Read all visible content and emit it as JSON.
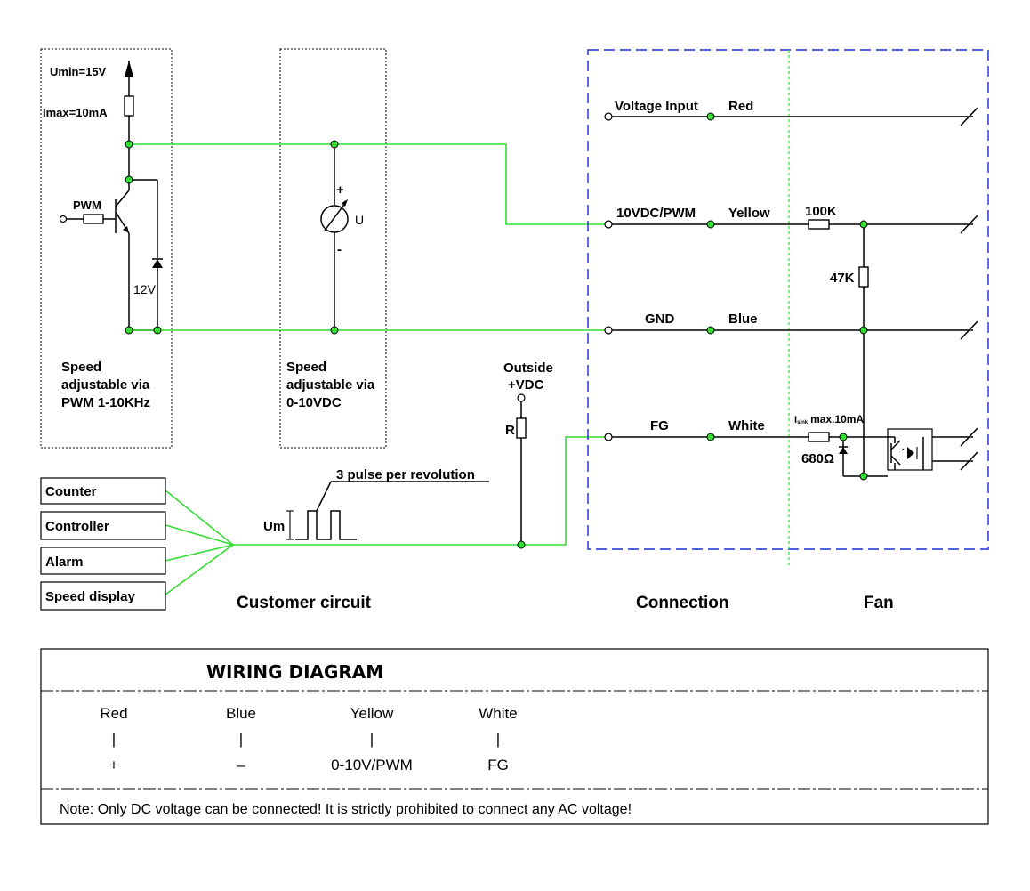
{
  "pwm_block": {
    "umin": "Umin=15V",
    "imax": "Imax=10mA",
    "pwm": "PWM",
    "zener": "12V",
    "desc": [
      "Speed",
      "adjustable via",
      "PWM 1-10KHz"
    ]
  },
  "volt_block": {
    "plus": "+",
    "u": "U",
    "minus": "-",
    "desc": [
      "Speed",
      "adjustable via",
      "0-10VDC"
    ]
  },
  "outside": {
    "line1": "Outside",
    "line2": "+VDC",
    "r": "R"
  },
  "pulse": {
    "text": "3 pulse per revolution",
    "um": "Um"
  },
  "devices": [
    "Counter",
    "Controller",
    "Alarm",
    "Speed display"
  ],
  "wires": [
    {
      "signal": "Voltage Input",
      "color": "Red"
    },
    {
      "signal": "10VDC/PWM",
      "color": "Yellow"
    },
    {
      "signal": "GND",
      "color": "Blue"
    },
    {
      "signal": "FG",
      "color": "White"
    }
  ],
  "fan": {
    "r100k": "100K",
    "r47k": "47K",
    "isink_sub": "I",
    "isink_sub2": "sink",
    "isink": "max.10mA",
    "r680": "680Ω"
  },
  "captions": {
    "customer": "Customer circuit",
    "connection": "Connection",
    "fan": "Fan"
  },
  "wiring_table": {
    "title": "WIRING DIAGRAM",
    "columns": [
      {
        "color": "Red",
        "bar": "|",
        "function": "+"
      },
      {
        "color": "Blue",
        "bar": "|",
        "function": "–"
      },
      {
        "color": "Yellow",
        "bar": "|",
        "function": "0-10V/PWM"
      },
      {
        "color": "White",
        "bar": "|",
        "function": "FG"
      }
    ],
    "note": "Note: Only DC voltage can be connected!  It is strictly prohibited to connect any AC voltage!"
  },
  "colors": {
    "signal_wire": "#33dd33",
    "connection_box": "#1a2bd6",
    "node": "#33dd33"
  }
}
